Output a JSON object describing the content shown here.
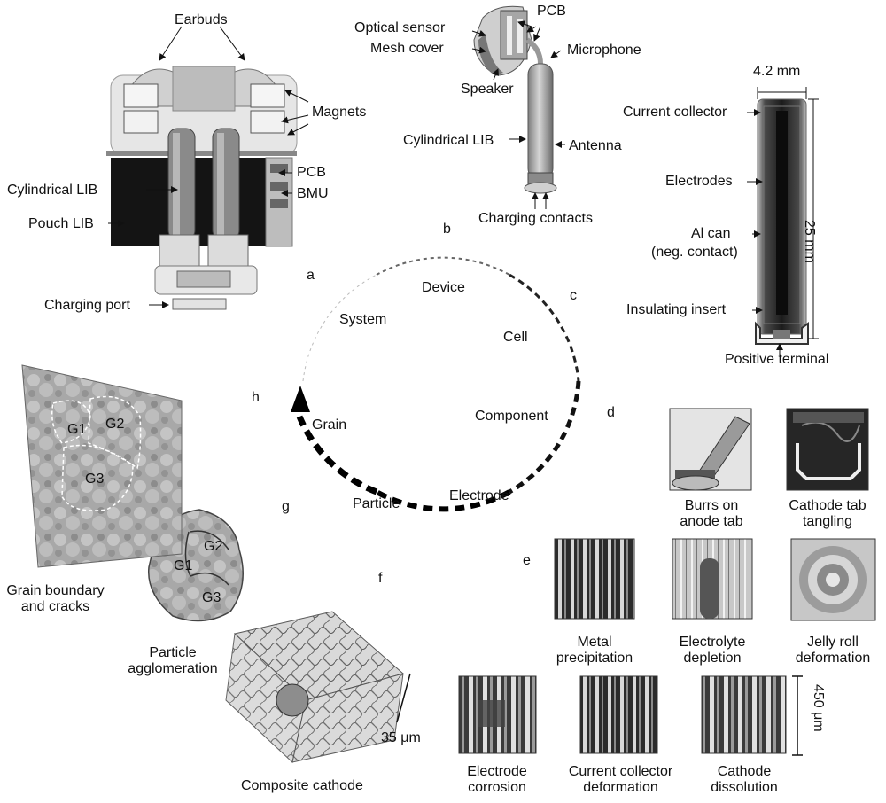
{
  "cycle": {
    "levels": [
      "Device",
      "Cell",
      "Component",
      "Electrode",
      "Particle",
      "Grain",
      "System"
    ],
    "panel_letters": [
      "a",
      "b",
      "c",
      "d",
      "e",
      "f",
      "g",
      "h"
    ]
  },
  "panel_a": {
    "labels": {
      "earbuds": "Earbuds",
      "magnets": "Magnets",
      "pcb": "PCB",
      "bmu": "BMU",
      "cyl_lib": "Cylindrical LIB",
      "pouch_lib": "Pouch LIB",
      "charging_port": "Charging port"
    }
  },
  "panel_b": {
    "labels": {
      "optical_sensor": "Optical sensor",
      "mesh_cover": "Mesh cover",
      "pcb": "PCB",
      "microphone": "Microphone",
      "speaker": "Speaker",
      "cyl_lib": "Cylindrical LIB",
      "antenna": "Antenna",
      "charging_contacts": "Charging contacts"
    }
  },
  "panel_c": {
    "labels": {
      "width": "4.2 mm",
      "height": "25 mm",
      "current_collector": "Current collector",
      "electrodes": "Electrodes",
      "al_can_1": "Al can",
      "al_can_2": "(neg. contact)",
      "insulating_insert": "Insulating insert",
      "positive_terminal": "Positive terminal"
    }
  },
  "panel_d": {
    "items": [
      {
        "line1": "Burrs on",
        "line2": "anode tab"
      },
      {
        "line1": "Cathode tab",
        "line2": "tangling"
      }
    ]
  },
  "panel_e": {
    "row1": [
      {
        "line1": "Metal",
        "line2": "precipitation"
      },
      {
        "line1": "Electrolyte",
        "line2": "depletion"
      },
      {
        "line1": "Jelly roll",
        "line2": "deformation"
      }
    ],
    "row2": [
      {
        "line1": "Electrode",
        "line2": "corrosion"
      },
      {
        "line1": "Current collector",
        "line2": "deformation"
      },
      {
        "line1": "Cathode",
        "line2": "dissolution"
      }
    ],
    "scale": "450 μm"
  },
  "panel_f": {
    "label": "Composite cathode",
    "scale": "35 μm"
  },
  "panel_g": {
    "line1": "Particle",
    "line2": "agglomeration",
    "grains": [
      "G1",
      "G2",
      "G3"
    ]
  },
  "panel_h": {
    "line1": "Grain boundary",
    "line2": "and cracks",
    "grains": [
      "G1",
      "G2",
      "G3"
    ]
  }
}
